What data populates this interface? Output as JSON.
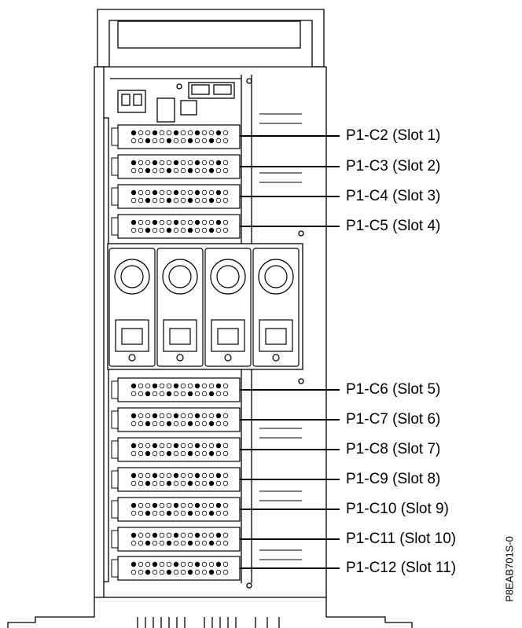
{
  "callouts": [
    {
      "label": "P1-C2 (Slot 1)"
    },
    {
      "label": "P1-C3 (Slot 2)"
    },
    {
      "label": "P1-C4 (Slot 3)"
    },
    {
      "label": "P1-C5 (Slot 4)"
    },
    {
      "label": "P1-C6 (Slot 5)"
    },
    {
      "label": "P1-C7 (Slot 6)"
    },
    {
      "label": "P1-C8 (Slot 7)"
    },
    {
      "label": "P1-C9 (Slot 8)"
    },
    {
      "label": "P1-C10 (Slot 9)"
    },
    {
      "label": "P1-C11 (Slot 10)"
    },
    {
      "label": "P1-C12 (Slot 11)"
    }
  ],
  "figure_id": "P8EAB701S-0",
  "colors": {
    "line": "#000000",
    "background": "#ffffff"
  }
}
